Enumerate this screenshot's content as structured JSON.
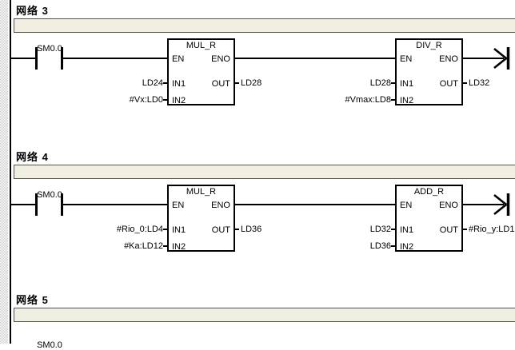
{
  "app": {
    "view": "plc-ladder-program-editor"
  },
  "colors": {
    "page_bg": "#ffffff",
    "comment_bar_bg": "#f1efe2",
    "comment_bar_border": "#55544a",
    "margin_hatch": "#d4d0c8",
    "wire": "#000000"
  },
  "networks": [
    {
      "title": "网络 3",
      "comment": "",
      "contact": {
        "label": "SM0.0",
        "type": "normally-open"
      },
      "blocks": [
        {
          "title": "MUL_R",
          "pin_en": "EN",
          "pin_eno": "ENO",
          "pin_in1": "IN1",
          "pin_in2": "IN2",
          "pin_out": "OUT",
          "in1_operand": "LD24",
          "in2_operand": "#Vx:LD0",
          "out_operand": "LD28"
        },
        {
          "title": "DIV_R",
          "pin_en": "EN",
          "pin_eno": "ENO",
          "pin_in1": "IN1",
          "pin_in2": "IN2",
          "pin_out": "OUT",
          "in1_operand": "LD28",
          "in2_operand": "#Vmax:LD8",
          "out_operand": "LD32"
        }
      ],
      "continuation_arrow": true
    },
    {
      "title": "网络 4",
      "comment": "",
      "contact": {
        "label": "SM0.0",
        "type": "normally-open"
      },
      "blocks": [
        {
          "title": "MUL_R",
          "pin_en": "EN",
          "pin_eno": "ENO",
          "pin_in1": "IN1",
          "pin_in2": "IN2",
          "pin_out": "OUT",
          "in1_operand": "#Rio_0:LD4",
          "in2_operand": "#Ka:LD12",
          "out_operand": "LD36"
        },
        {
          "title": "ADD_R",
          "pin_en": "EN",
          "pin_eno": "ENO",
          "pin_in1": "IN1",
          "pin_in2": "IN2",
          "pin_out": "OUT",
          "in1_operand": "LD32",
          "in2_operand": "LD36",
          "out_operand": "#Rio_y:LD1"
        }
      ],
      "continuation_arrow": true
    },
    {
      "title": "网络 5",
      "comment": "",
      "partial_contact_label": "SM0.0"
    }
  ]
}
